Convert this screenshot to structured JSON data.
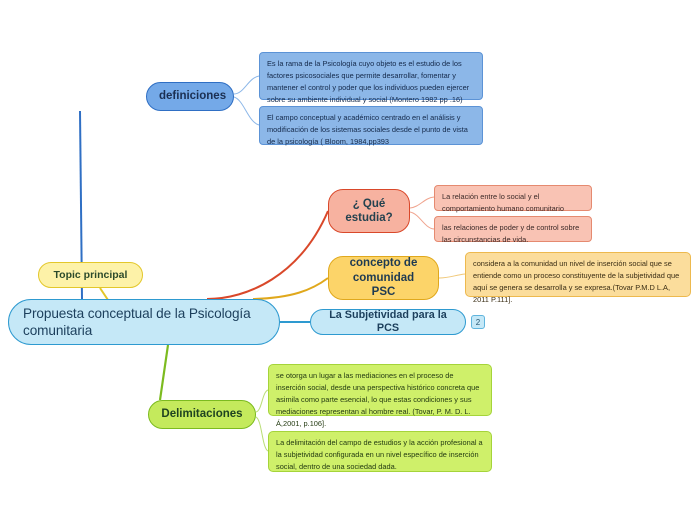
{
  "diagram": {
    "title": "Propuesta conceptual de la Psicologia comunitaria",
    "root": {
      "label": "Propuesta conceptual de la Psicología comunitaria",
      "fill": "#c5e8f7",
      "stroke": "#2e9ad0"
    },
    "callout": {
      "label": "Topic principal",
      "fill": "#fdf2a8",
      "stroke": "#e3c72a"
    },
    "branches": {
      "definiciones": {
        "label": "definiciones",
        "fill": "#74a9e8",
        "stroke": "#2f6fc4",
        "leaves": [
          {
            "text": "Es la rama de la Psicología cuyo objeto es  el estudio de los factores psicosociales que permite desarrollar, fomentar y mantener el control y poder que  los individuos pueden ejercer sobre su ambiente individual y social (Montero 1982 pp .16)"
          },
          {
            "text": "El campo conceptual y académico centrado en el análisis y modificación de los  sistemas sociales desde el punto de vista de la psicología ( Bloom, 1984,pp393"
          }
        ]
      },
      "que_estudia": {
        "label": "¿ Qué estudia?",
        "fill": "#f7b2a0",
        "stroke": "#d9482a",
        "leaves": [
          {
            "text": "La relación entre lo social y el comportamiento humano  comunitario"
          },
          {
            "text": "las relaciones de poder y de control sobre las circunstancias de vida."
          }
        ]
      },
      "concepto_comunidad": {
        "label": "concepto de comunidad PSC",
        "fill": "#fcd469",
        "stroke": "#e0a81c",
        "leaves": [
          {
            "text": "considera a la comunidad un nivel de inserción social que se entiende como un proceso constituyente de la subjetividad que aquí se genera se desarrolla y se expresa.(Tovar P.M.D L.A, 2011 P.111]."
          }
        ]
      },
      "subjetividad": {
        "label": "La Subjetividad para la PCS",
        "fill": "#c5e8f7",
        "stroke": "#2e9ad0",
        "badge": "2"
      },
      "delimitaciones": {
        "label": "Delimitaciones",
        "fill": "#c4ea5c",
        "stroke": "#7cbb1f",
        "leaves": [
          {
            "text": "se otorga un lugar a las  mediaciones en el proceso de inserción social, desde una perspectiva histórico concreta que asimila como parte esencial, lo que estas condiciones y sus mediaciones representan al hombre real. (Tovar, P. M. D. L. Á,2001, p.106]."
          },
          {
            "text": "La delimitación del campo de estudios y la acción profesional a la subjetividad configurada en un nivel específico de inserción social, dentro de una sociedad dada."
          }
        ]
      }
    }
  }
}
